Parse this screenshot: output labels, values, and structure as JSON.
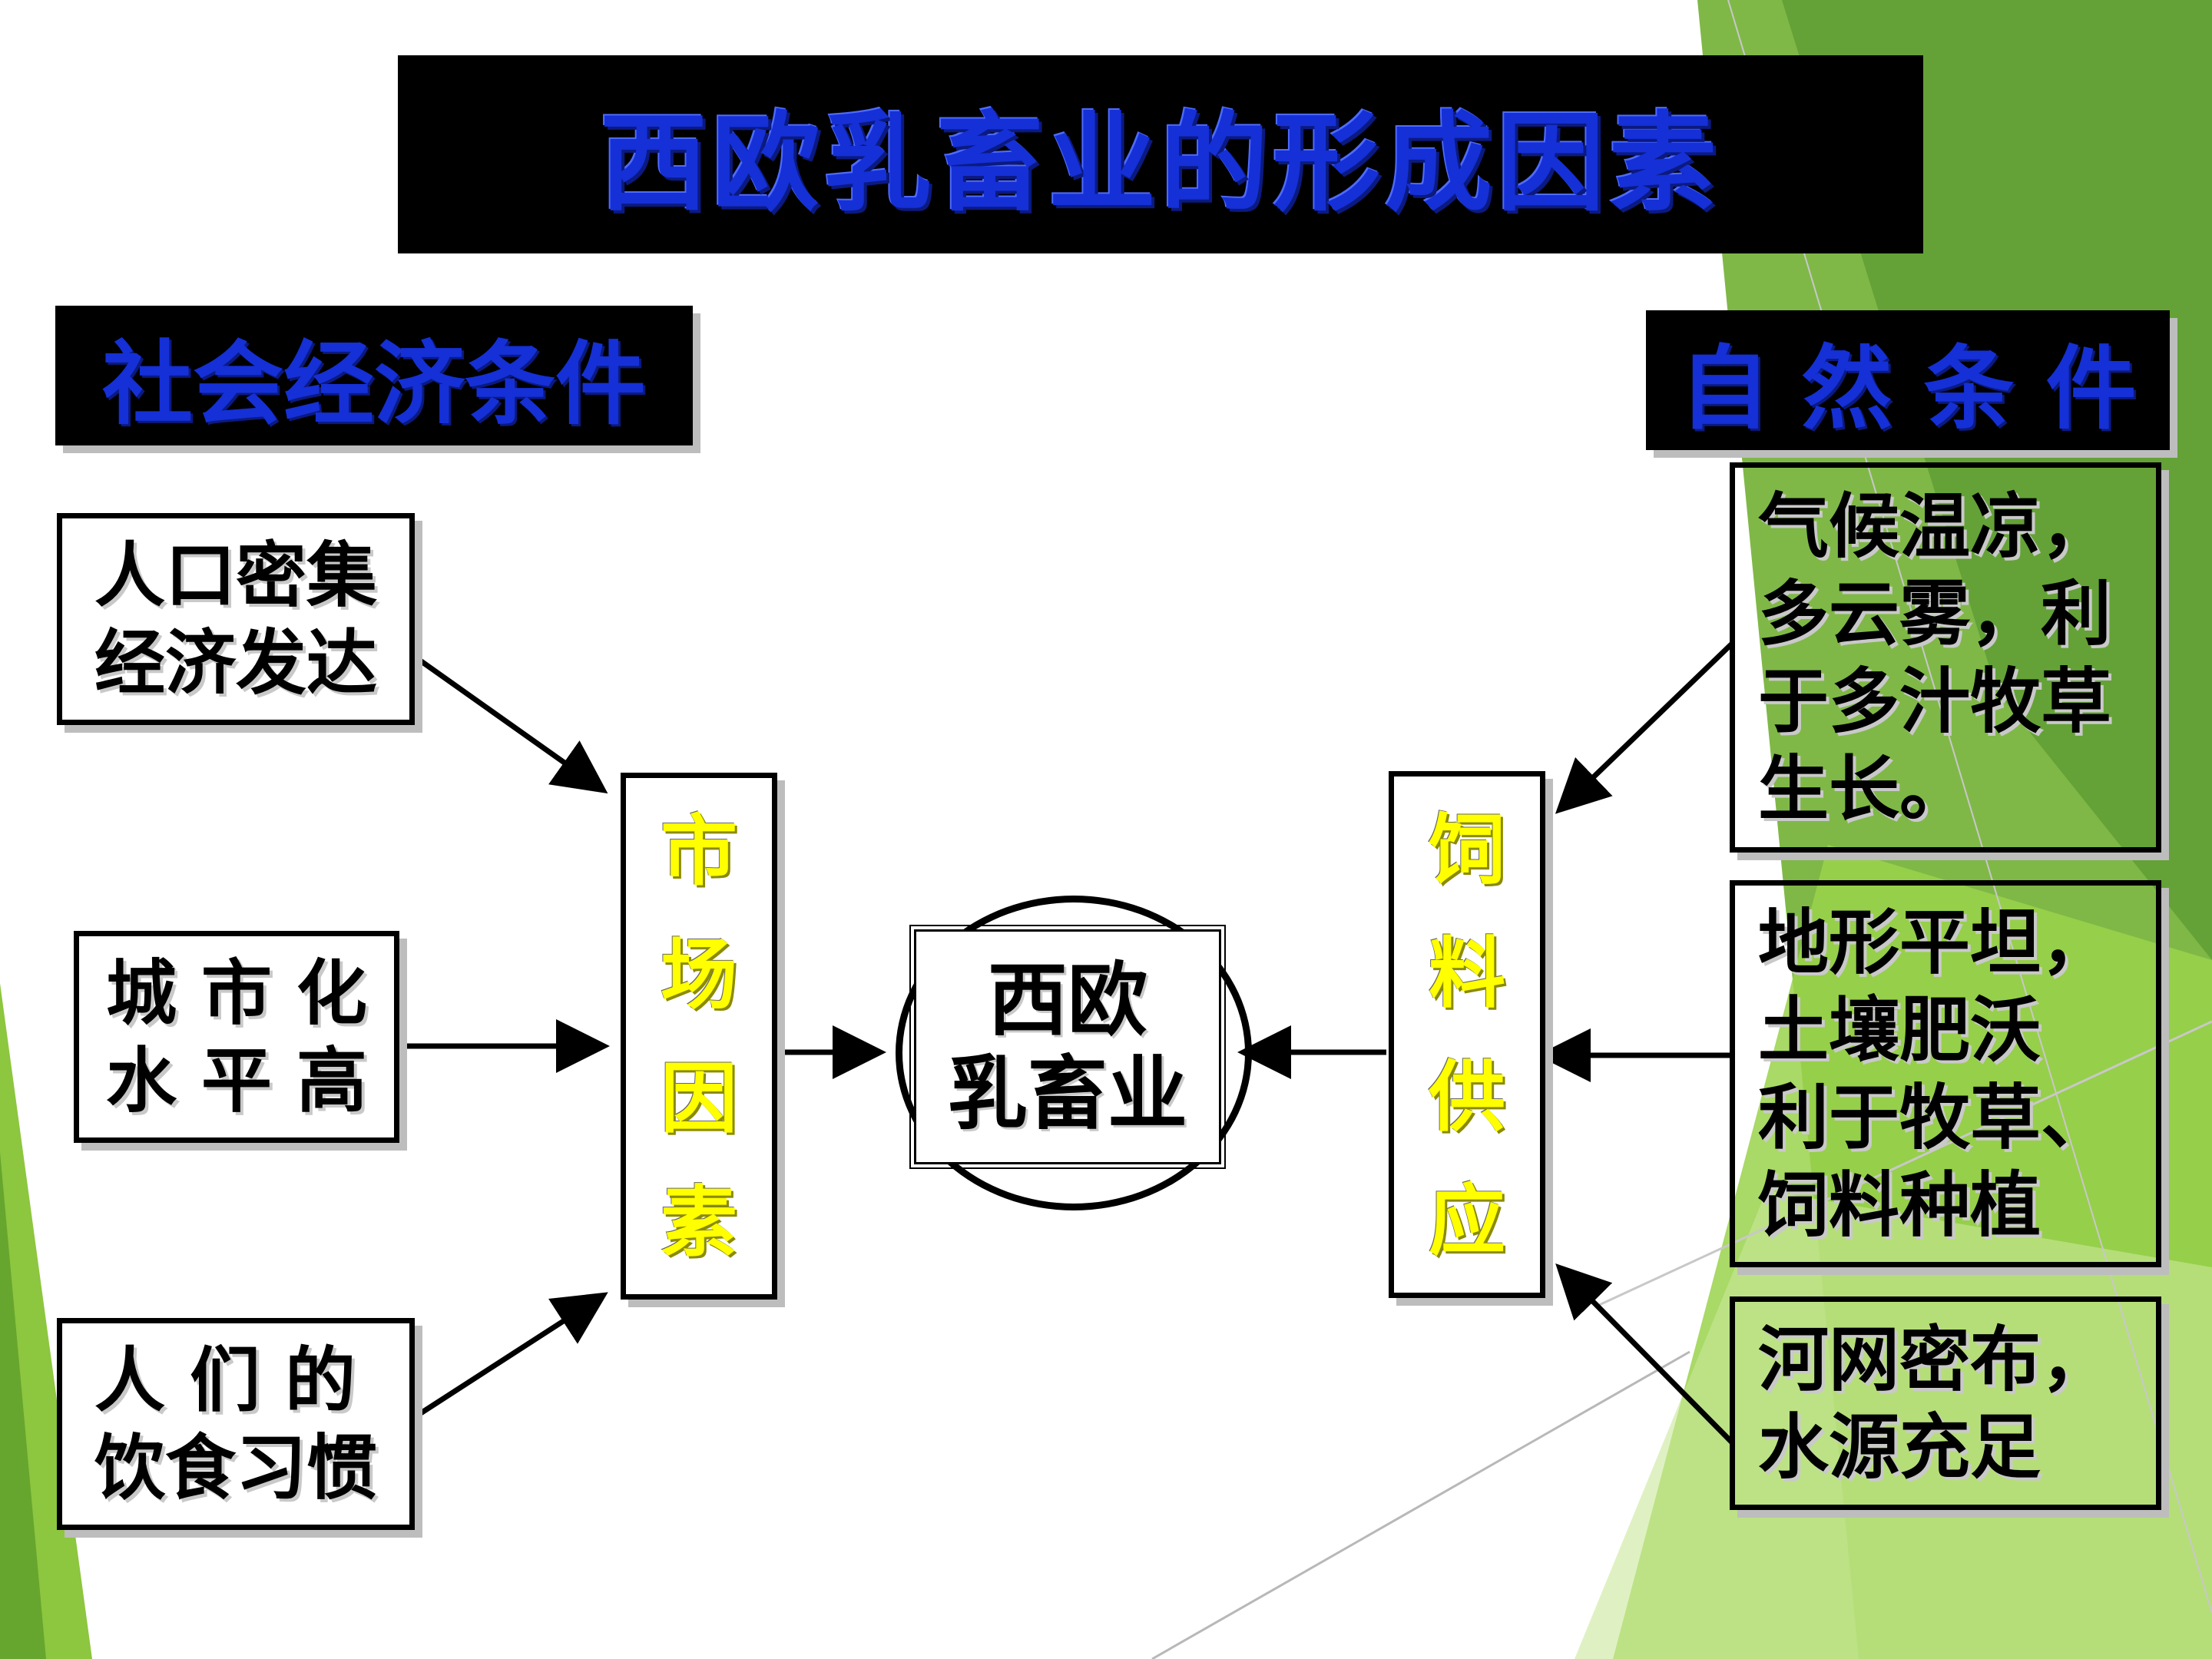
{
  "title": "西欧乳畜业的形成因素",
  "social": {
    "header": "社会经济条件",
    "factors": [
      "人口密集\n经济发达",
      "城 市 化\n水 平 高",
      "人 们 的\n饮食习惯"
    ],
    "market_chars": [
      "市",
      "场",
      "因",
      "素"
    ]
  },
  "natural": {
    "header": "自 然 条 件",
    "factors": [
      "气候温凉，\n多云雾，利\n于多汁牧草\n生长。",
      "地形平坦，\n土壤肥沃\n利于牧草、\n饲料种植",
      "河网密布，\n水源充足"
    ],
    "feed_chars": [
      "饲",
      "料",
      "供",
      "应"
    ]
  },
  "center": "西欧\n乳畜业",
  "colors": {
    "header_text": "#1530d6",
    "vertical_text": "#ffff00",
    "green_light": "#8dc63f",
    "green_dark": "#5c9e2a"
  }
}
